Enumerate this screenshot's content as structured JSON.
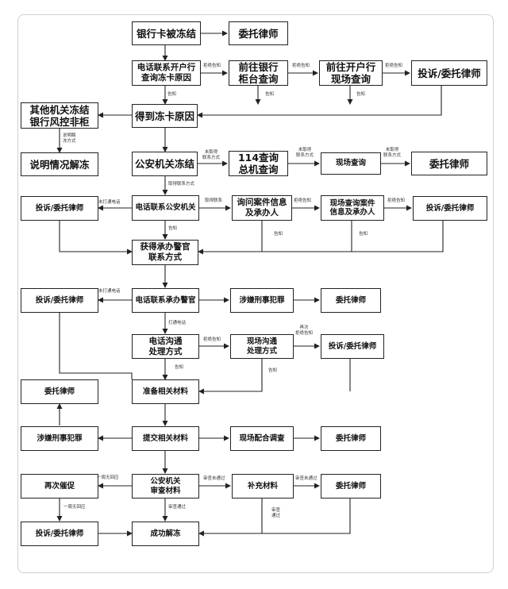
{
  "nodes": {
    "freeze": "银行卡被冻结",
    "lawyer1": "委托律师",
    "call_bank": "电话联系开户行\n查询冻卡原因",
    "bank_counter": "前往银行\n柜台查询",
    "visit_bank": "前往开户行\n现场查询",
    "complain1": "投诉/委托律师",
    "other_agency": "其他机关冻结\n银行风控非柜",
    "get_reason": "得到冻卡原因",
    "explain": "说明情况解冻",
    "police_freeze": "公安机关冻结",
    "query_114": "114查询\n总机查询",
    "onsite_query": "现场查询",
    "lawyer2": "委托律师",
    "complain2": "投诉/委托律师",
    "call_police": "电话联系公安机关",
    "ask_case": "询问案件信息\n及承办人",
    "onsite_case": "现场查询案件\n信息及承办人",
    "complain3": "投诉/委托律师",
    "get_contact": "获得承办警官\n联系方式",
    "complain4": "投诉/委托律师",
    "call_officer": "电话联系承办警官",
    "suspect1": "涉嫌刑事犯罪",
    "lawyer3": "委托律师",
    "phone_comm": "电话沟通\n处理方式",
    "onsite_comm": "现场沟通\n处理方式",
    "complain5": "投诉/委托律师",
    "lawyer4": "委托律师",
    "prepare": "准备相关材料",
    "suspect2": "涉嫌刑事犯罪",
    "submit": "提交相关材料",
    "onsite_coop": "现场配合调查",
    "lawyer5": "委托律师",
    "urge": "再次催促",
    "review": "公安机关\n审查材料",
    "supplement": "补充材料",
    "lawyer6": "委托律师",
    "complain6": "投诉/委托律师",
    "success": "成功解冻"
  },
  "labels": {
    "reject1": "拒绝告知",
    "reject2": "拒绝告知",
    "reject3": "拒绝告知",
    "inform1": "告知",
    "inform2": "告知",
    "inform3": "告知",
    "explain_how": "说明解\n冻方式",
    "no_contact1": "未取得\n联系方式",
    "no_contact2": "未取得\n联系方式",
    "no_contact3": "未取得\n联系方式",
    "get_contact_way": "取得联系方式",
    "not_through1": "未打通电话",
    "get_contact2": "取得联系",
    "reject4": "拒绝告知",
    "inform4": "告知",
    "inform5": "告知",
    "not_through2": "未打通电话",
    "through": "打通电话",
    "reject5": "拒绝告知",
    "reject_again": "再次\n拒绝告知",
    "inform6": "告知",
    "inform7": "告知",
    "week_no_reply1": "一周无回应",
    "week_no_reply2": "一周无回应",
    "review_fail1": "审查未通过",
    "review_fail2": "审查未通过",
    "review_pass1": "审查通过",
    "review_pass2": "审查\n通过"
  }
}
